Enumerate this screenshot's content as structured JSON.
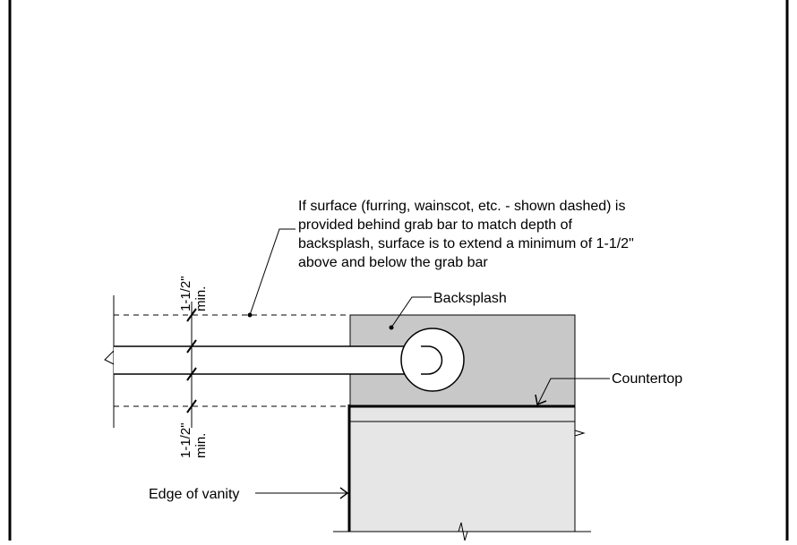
{
  "diagram": {
    "note_lines": [
      "If surface (furring, wainscot, etc. - shown dashed) is",
      "provided behind grab bar to match depth of",
      "backsplash, surface is to extend a minimum of 1-1/2\"",
      "above and below the grab bar"
    ],
    "labels": {
      "backsplash": "Backsplash",
      "countertop": "Countertop",
      "edge_of_vanity": "Edge of vanity"
    },
    "dimensions": {
      "top": {
        "value": "1-1/2\"",
        "qualifier": "min."
      },
      "bottom": {
        "value": "1-1/2\"",
        "qualifier": "min."
      }
    },
    "colors": {
      "backsplash_fill": "#c8c8c8",
      "vanity_fill": "#e6e6e6",
      "line": "#000000"
    }
  }
}
